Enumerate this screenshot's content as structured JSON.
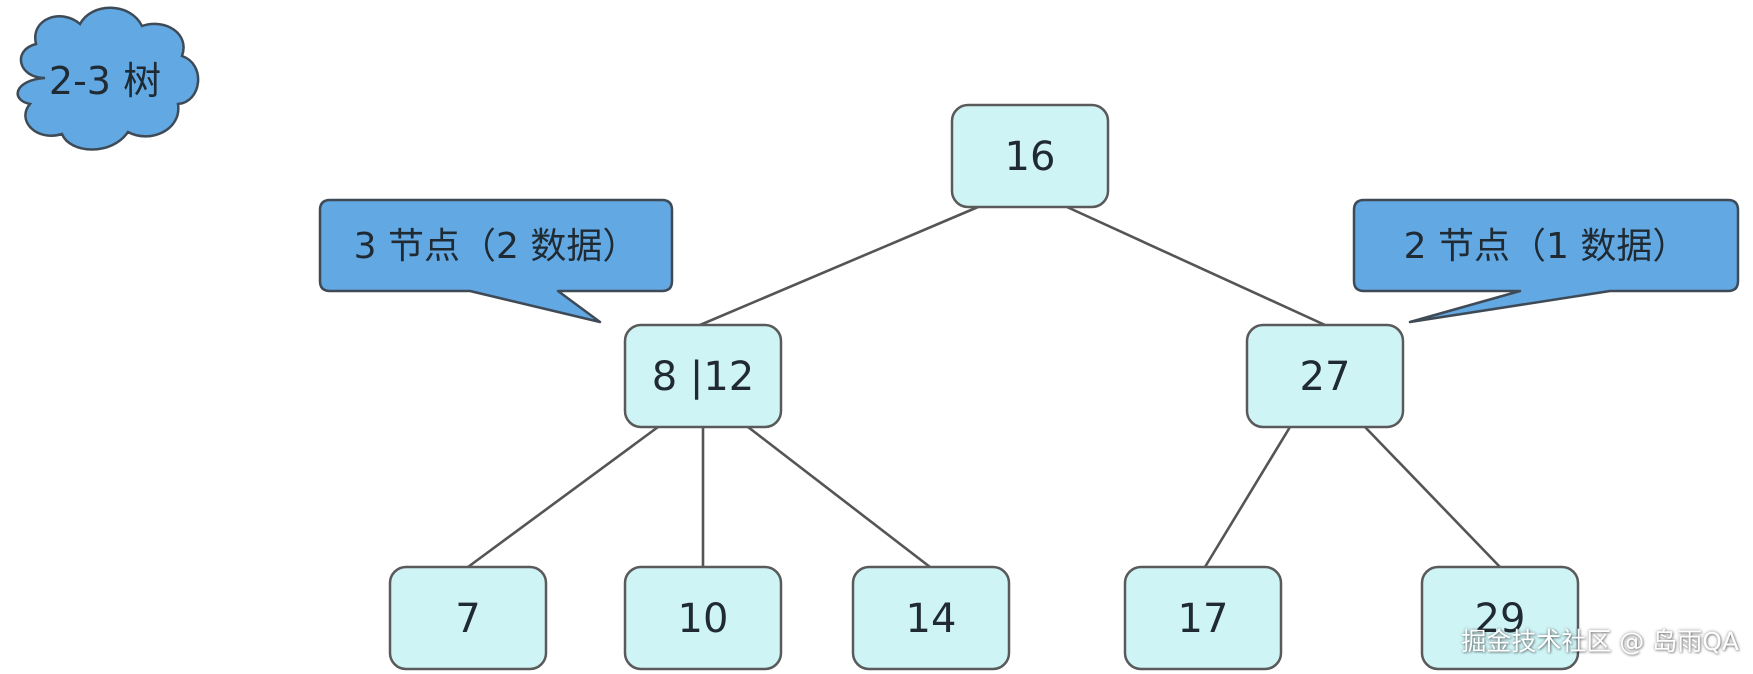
{
  "title": "2-3 树",
  "nodes": {
    "root": "16",
    "left": "8 |12",
    "right": "27",
    "leaf_a": "7",
    "leaf_b": "10",
    "leaf_c": "14",
    "leaf_d": "17",
    "leaf_e": "29"
  },
  "callouts": {
    "left": "3 节点（2 数据）",
    "right": "2 节点（1 数据）"
  },
  "colors": {
    "node_fill": "#cff4f6",
    "callout_fill": "#62a8e3",
    "stroke": "#555555"
  },
  "watermark": "掘金技术社区 @ 岛雨QA"
}
